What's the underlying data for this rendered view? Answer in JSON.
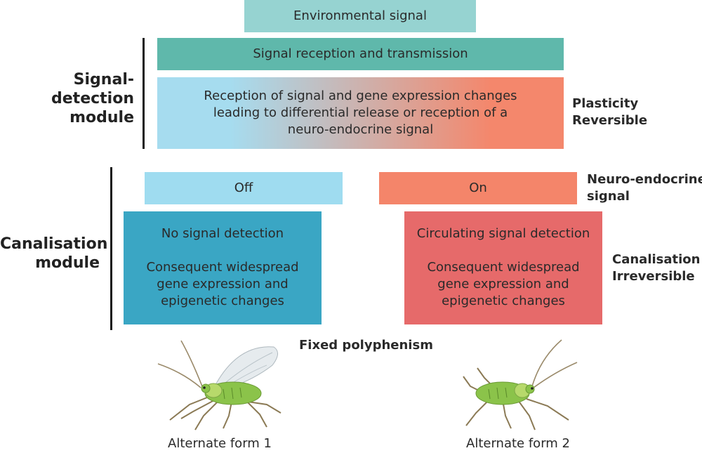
{
  "diagram": {
    "environmental_signal": "Environmental signal",
    "signal_reception": "Signal reception and transmission",
    "reception_gene_expression": "Reception of signal and gene expression changes leading to differential release or reception of a neuro-endocrine signal",
    "plasticity_label": "Plasticity",
    "reversible_label": "Reversible",
    "signal_detection_module": "Signal-detection module",
    "canalisation_module": "Canalisation module",
    "off_label": "Off",
    "on_label": "On",
    "neuro_endocrine_label": "Neuro-endocrine signal",
    "left_box": {
      "title": "No signal detection",
      "body": "Consequent widespread gene expression and epigenetic changes"
    },
    "right_box": {
      "title": "Circulating signal detection",
      "body": "Consequent widespread gene expression and epigenetic changes"
    },
    "canalisation_label": "Canalisation",
    "irreversible_label": "Irreversible",
    "fixed_polyphenism": "Fixed polyphenism",
    "form1_label": "Alternate form 1",
    "form2_label": "Alternate form 2"
  },
  "colors": {
    "env_signal": "#96d3d1",
    "reception_bar": "#5fb8ab",
    "gradient_start": "#a6dcef",
    "gradient_end": "#f4876c",
    "off_box": "#9fdcf0",
    "on_box": "#f4856a",
    "left_module": "#3aa6c4",
    "right_module": "#e66a6a",
    "insect_body": "#8bc34a"
  },
  "icons": {
    "form1": "winged-aphid-icon",
    "form2": "wingless-aphid-icon"
  }
}
